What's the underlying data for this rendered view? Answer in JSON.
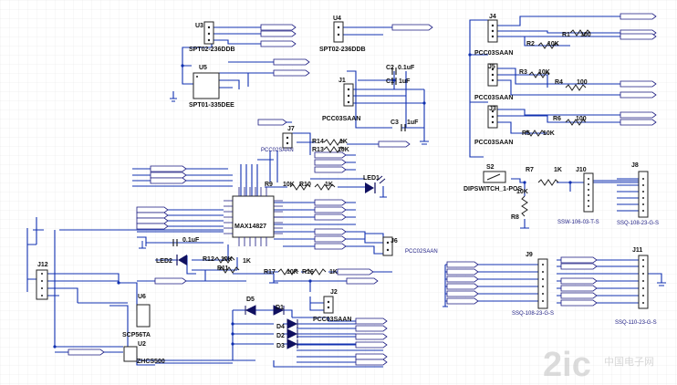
{
  "colors": {
    "wire": "#1030b0",
    "part": "#202020",
    "grid": "#e8e8e8",
    "pin": "#1a1a80",
    "watermark": "#c8c8c8",
    "diode_fill": "#101060"
  },
  "components": {
    "U3": {
      "ref": "U3",
      "value": "SPT02-236DDB"
    },
    "U4": {
      "ref": "U4",
      "value": "SPT02-236DDB"
    },
    "U5": {
      "ref": "U5",
      "value": "SPT01-335DEE"
    },
    "J1": {
      "ref": "J1",
      "value": "PCC03SAAN"
    },
    "C2": {
      "ref": "C2",
      "value": "0.1uF"
    },
    "C1": {
      "ref": "C1",
      "value": "1uF"
    },
    "C3": {
      "ref": "C3",
      "value": "1uF"
    },
    "J4": {
      "ref": "J4",
      "value": "PCC03SAAN"
    },
    "J5": {
      "ref": "J5",
      "value": "PCC03SAAN"
    },
    "J3": {
      "ref": "J3",
      "value": "PCC03SAAN"
    },
    "R1": {
      "ref": "R1",
      "value": "100"
    },
    "R2": {
      "ref": "R2",
      "value": "10K"
    },
    "R3": {
      "ref": "R3",
      "value": "10K"
    },
    "R4": {
      "ref": "R4",
      "value": "100"
    },
    "R5": {
      "ref": "R5",
      "value": "10K"
    },
    "R6": {
      "ref": "R6",
      "value": "100"
    },
    "J7": {
      "ref": "J7",
      "value": "PCC02SAAN"
    },
    "R14": {
      "ref": "R14",
      "value": "1K"
    },
    "R13": {
      "ref": "R13",
      "value": "10K"
    },
    "R9": {
      "ref": "R9",
      "value": "10K"
    },
    "R10": {
      "ref": "R10",
      "value": "1K"
    },
    "LED1": {
      "ref": "LED1"
    },
    "U1": {
      "value": "MAX14827"
    },
    "S2": {
      "ref": "S2",
      "value": "DIPSWITCH_1-POS"
    },
    "R7": {
      "ref": "R7",
      "value": "1K"
    },
    "R8": {
      "ref": "R8",
      "value": "10K"
    },
    "J10": {
      "ref": "J10",
      "value": "SSW-106-03-T-S"
    },
    "J8": {
      "ref": "J8",
      "value": "SSQ-108-23-G-S"
    },
    "J12": {
      "ref": "J12"
    },
    "C4": {
      "value": "0.1uF"
    },
    "LED2": {
      "ref": "LED2"
    },
    "R12": {
      "ref": "R12",
      "value": "10K"
    },
    "R11": {
      "ref": "R11",
      "value": "1K"
    },
    "J6": {
      "ref": "J6",
      "value": "PCC02SAAN"
    },
    "R17": {
      "ref": "R17",
      "value": "10K"
    },
    "R16": {
      "ref": "R16",
      "value": "1K"
    },
    "J2": {
      "ref": "J2",
      "value": "PCC03SAAN"
    },
    "D5": {
      "ref": "D5"
    },
    "D1": {
      "ref": "D1"
    },
    "D2": {
      "ref": "D2"
    },
    "D3": {
      "ref": "D3"
    },
    "D4": {
      "ref": "D4"
    },
    "U6": {
      "ref": "U6",
      "value": "SCP56TA"
    },
    "U2": {
      "ref": "U2",
      "value": "ZHCS500"
    },
    "J9": {
      "ref": "J9",
      "value": "SSQ-108-23-G-S"
    },
    "J11": {
      "ref": "J11",
      "value": "SSQ-110-23-G-S"
    }
  },
  "watermark": {
    "text": "2ic",
    "sub": "中国电子网"
  }
}
